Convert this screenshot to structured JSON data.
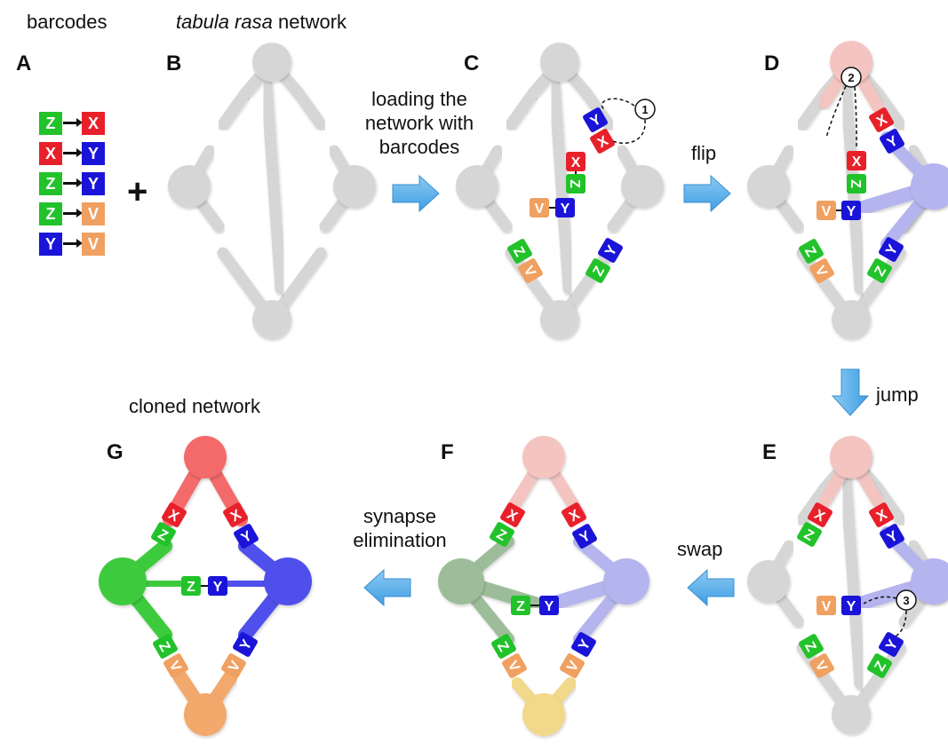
{
  "captions": {
    "barcodes": "barcodes",
    "tabula_rasa_italic": "tabula rasa",
    "tabula_rasa_rest": "network",
    "loading": "loading the network with barcodes",
    "flip": "flip",
    "jump": "jump",
    "swap": "swap",
    "synapse_elimination": "synapse elimination",
    "cloned_network": "cloned network"
  },
  "panel_letters": {
    "A": "A",
    "B": "B",
    "C": "C",
    "D": "D",
    "E": "E",
    "F": "F",
    "G": "G"
  },
  "plus": "+",
  "legend": [
    {
      "from": "Z",
      "to": "X"
    },
    {
      "from": "X",
      "to": "Y"
    },
    {
      "from": "Z",
      "to": "Y"
    },
    {
      "from": "Z",
      "to": "V"
    },
    {
      "from": "Y",
      "to": "V"
    }
  ],
  "step_markers": {
    "one": "1",
    "two": "2",
    "three": "3"
  },
  "colors": {
    "Z": "#22c22a",
    "X": "#e8202a",
    "Y": "#1a14d8",
    "V": "#f0a060",
    "gray_network": "#d6d6d6",
    "arrow_blue": "#5aaeea",
    "red_neuron": "#f46a6a",
    "red_faded": "#f3c4c0",
    "blue_neuron": "#4f4fec",
    "blue_faded": "#b4b4ee",
    "green_neuron": "#3ccb3c",
    "green_faded": "#9dbd9a",
    "orange_neuron": "#f3a86c",
    "yellow_faded": "#f2d88a"
  }
}
